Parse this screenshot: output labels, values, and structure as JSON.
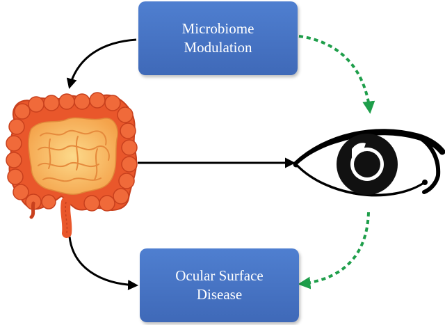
{
  "nodes": {
    "microbiome": {
      "line1": "Microbiome",
      "line2": "Modulation"
    },
    "ocular": {
      "line1": "Ocular Surface",
      "line2": "Disease"
    }
  },
  "icons": {
    "gut": "intestine-icon",
    "eye": "eye-icon"
  },
  "colors": {
    "box_fill": "#4472c4",
    "box_text": "#ffffff",
    "solid_arrow": "#000000",
    "dashed_arrow": "#1e9e4a",
    "intestine_outer": "#e8552b",
    "intestine_inner": "#f7b65a"
  }
}
